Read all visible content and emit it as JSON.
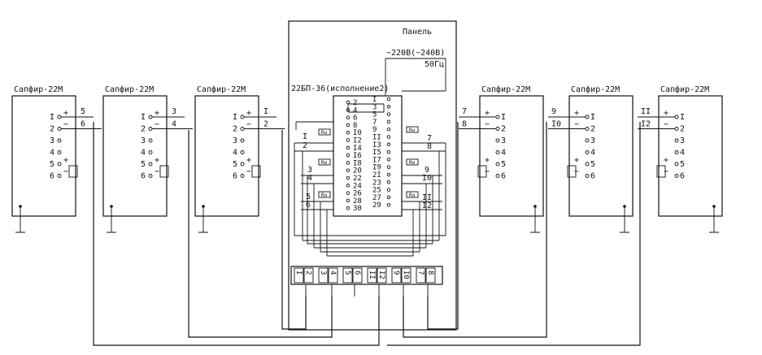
{
  "panel": {
    "title": "Панель",
    "power": "~220В(~240В)",
    "frequency": "50Гц",
    "unit_label": "22БП-36(исполнение2)"
  },
  "sensor_label": "Сапфир-22М",
  "sensor_pins": [
    "I",
    "2",
    "3",
    "4",
    "5",
    "6"
  ],
  "polarity": {
    "plus": "+",
    "minus": "−"
  },
  "resistor_label": "Rн",
  "wire_numbers": {
    "s1": [
      "5",
      "6"
    ],
    "s2": [
      "3",
      "4"
    ],
    "s3": [
      "I",
      "2"
    ],
    "s4": [
      "7",
      "8"
    ],
    "s5": [
      "9",
      "I0"
    ],
    "s6": [
      "II",
      "I2"
    ]
  },
  "psu_pins_left": [
    "2",
    "4",
    "6",
    "8",
    "I0",
    "I2",
    "I4",
    "I6",
    "I8",
    "20",
    "22",
    "24",
    "26",
    "28",
    "30"
  ],
  "psu_pins_right": [
    "I",
    "3",
    "5",
    "7",
    "9",
    "II",
    "I3",
    "I5",
    "I7",
    "I9",
    "2I",
    "23",
    "25",
    "27",
    "29"
  ],
  "psu_side_labels": [
    {
      "id": "l1",
      "text": "I"
    },
    {
      "id": "l2",
      "text": "2"
    },
    {
      "id": "l3",
      "text": "3"
    },
    {
      "id": "l4",
      "text": "4"
    },
    {
      "id": "l5",
      "text": "5"
    },
    {
      "id": "l6",
      "text": "6"
    },
    {
      "id": "r1",
      "text": "7"
    },
    {
      "id": "r2",
      "text": "8"
    },
    {
      "id": "r3",
      "text": "9"
    },
    {
      "id": "r4",
      "text": "I0"
    },
    {
      "id": "r5",
      "text": "II"
    },
    {
      "id": "r6",
      "text": "I2"
    }
  ],
  "terminal_groups": [
    [
      "I",
      "2"
    ],
    [
      "3",
      "4"
    ],
    [
      "5",
      "6"
    ],
    [
      "II",
      "I2"
    ],
    [
      "9",
      "I0"
    ],
    [
      "7",
      "8"
    ]
  ]
}
